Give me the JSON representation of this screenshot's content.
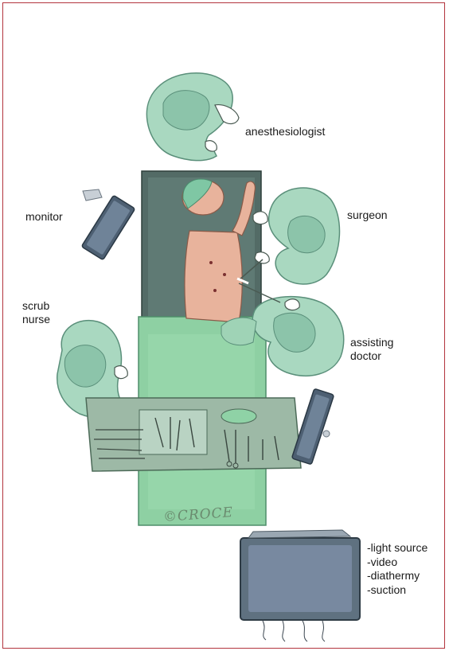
{
  "colors": {
    "frame": "#b3343d",
    "gown": "#a9d8c0",
    "gown_shadow": "#6fae92",
    "table_dark": "#536b66",
    "drape": "#8ed0a3",
    "skin": "#e8b39c",
    "monitor": "#4d5f72",
    "tray": "#9db9a6",
    "tower": "#5f7180"
  },
  "labels": {
    "anesthesiologist": "anesthesiologist",
    "monitor": "monitor",
    "surgeon": "surgeon",
    "scrub_nurse": [
      "scrub",
      "nurse"
    ],
    "assisting_doctor": [
      "assisting",
      "doctor"
    ]
  },
  "equipment": [
    "-light source",
    "-video",
    "-diathermy",
    "-suction"
  ],
  "signature": "©CROCE"
}
